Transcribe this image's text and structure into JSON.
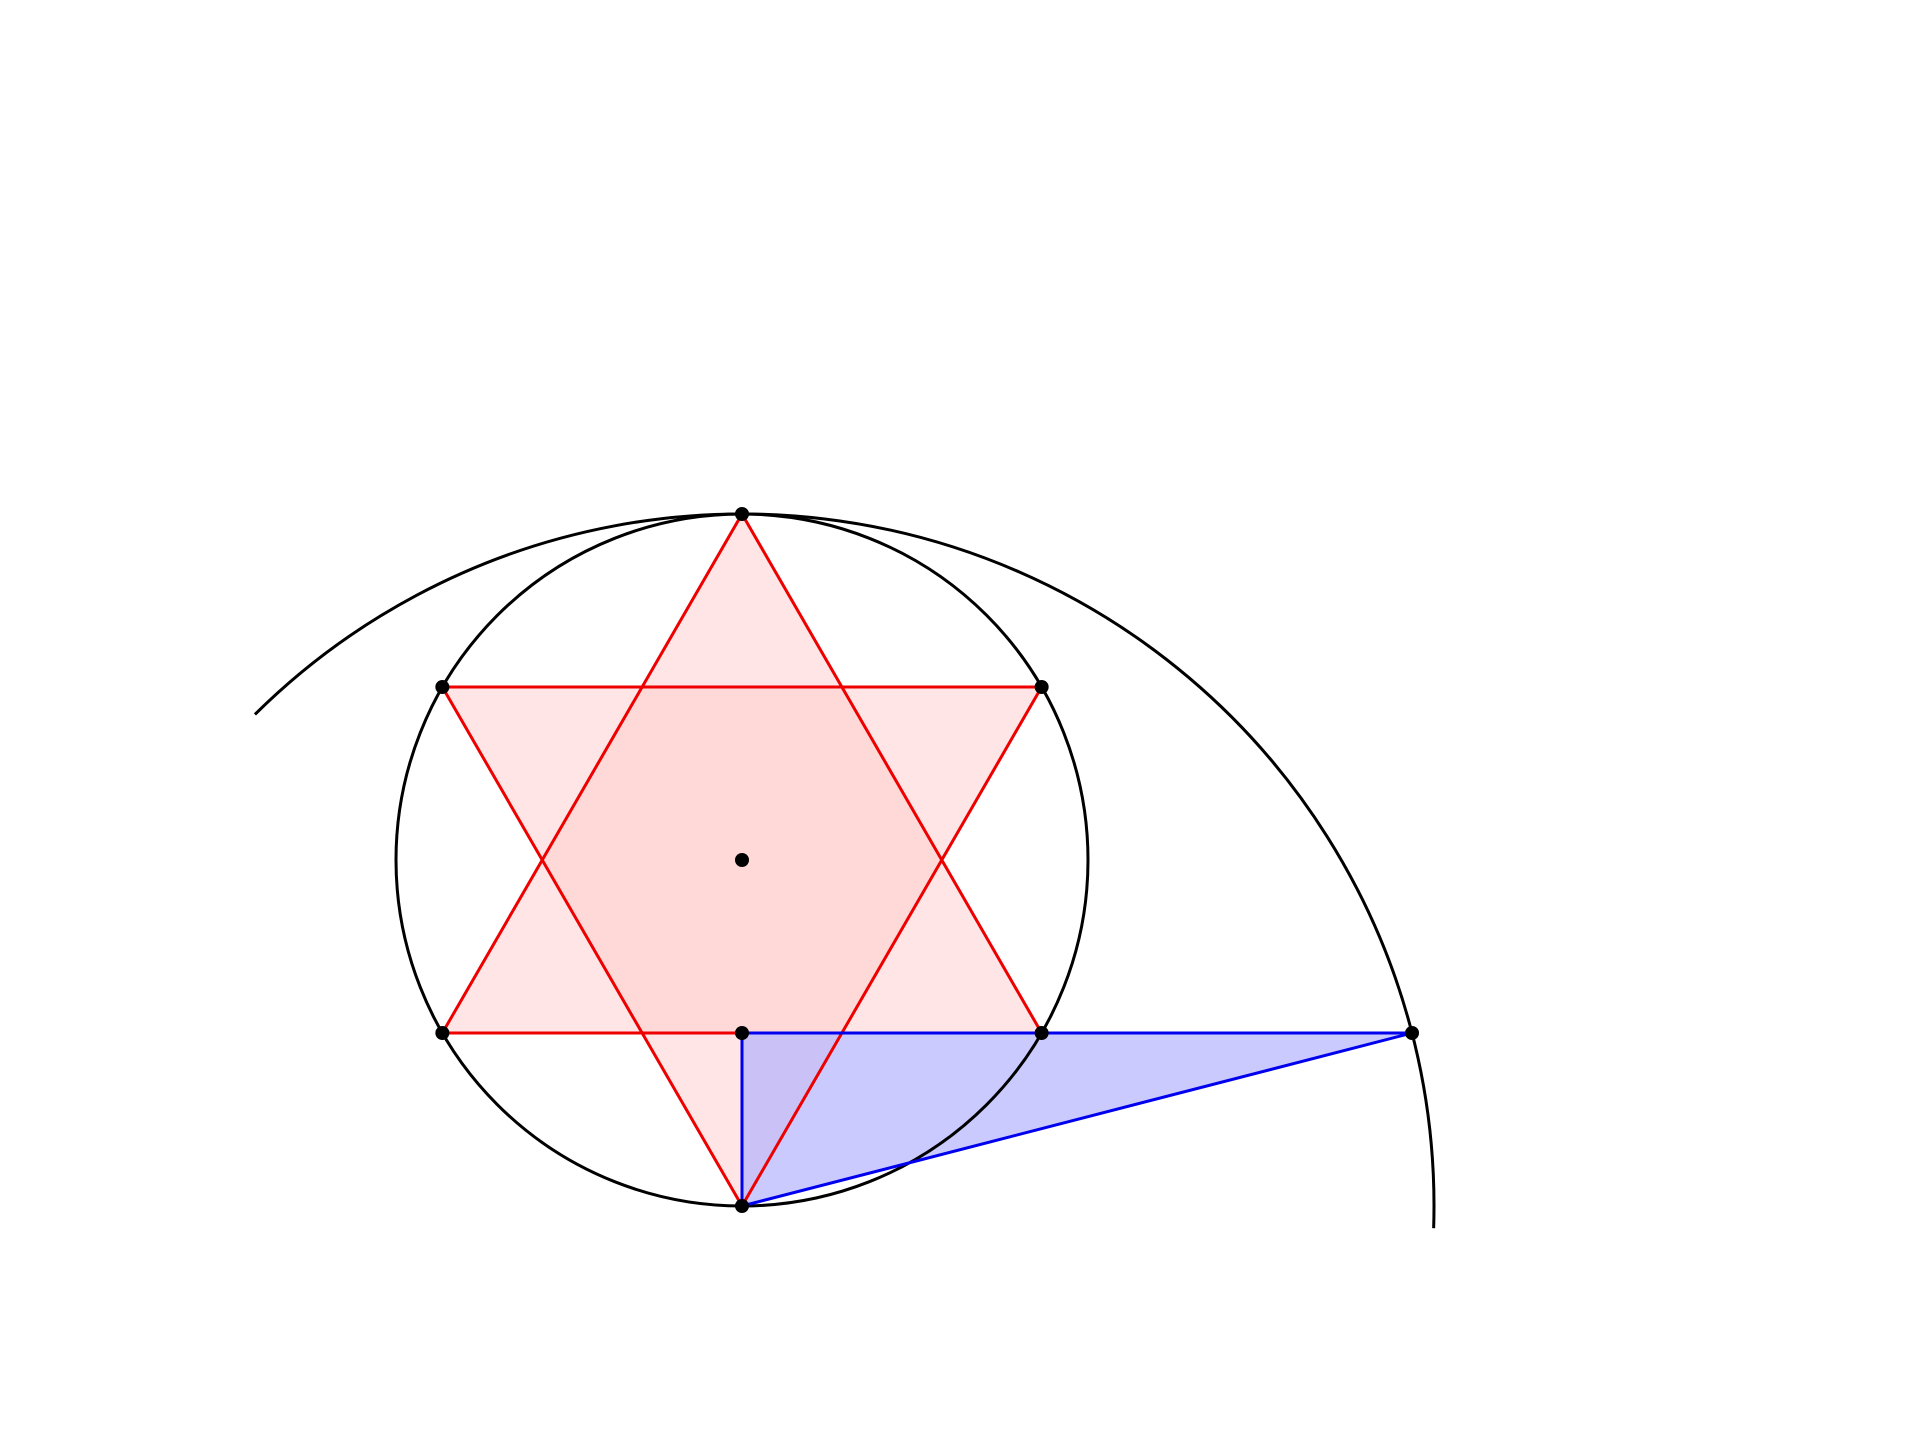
{
  "diagram": {
    "description_colors": {
      "star_stroke": "#ee0000",
      "star_fill": "#ffcccc",
      "triangle_stroke": "#0000ee",
      "triangle_fill": "#b3b3ff",
      "circle_stroke": "#000000",
      "point_fill": "#000000",
      "background": "#ffffff"
    },
    "shapes": [
      "circumscribed-circle",
      "large-arc",
      "hexagram",
      "hexagon-core",
      "blue-right-triangle",
      "horizontal-chord"
    ],
    "points": [
      "top-vertex",
      "upper-left-vertex",
      "upper-right-vertex",
      "lower-left-vertex",
      "lower-right-vertex",
      "bottom-vertex",
      "center",
      "chord-midpoint",
      "arc-intersection"
    ]
  }
}
